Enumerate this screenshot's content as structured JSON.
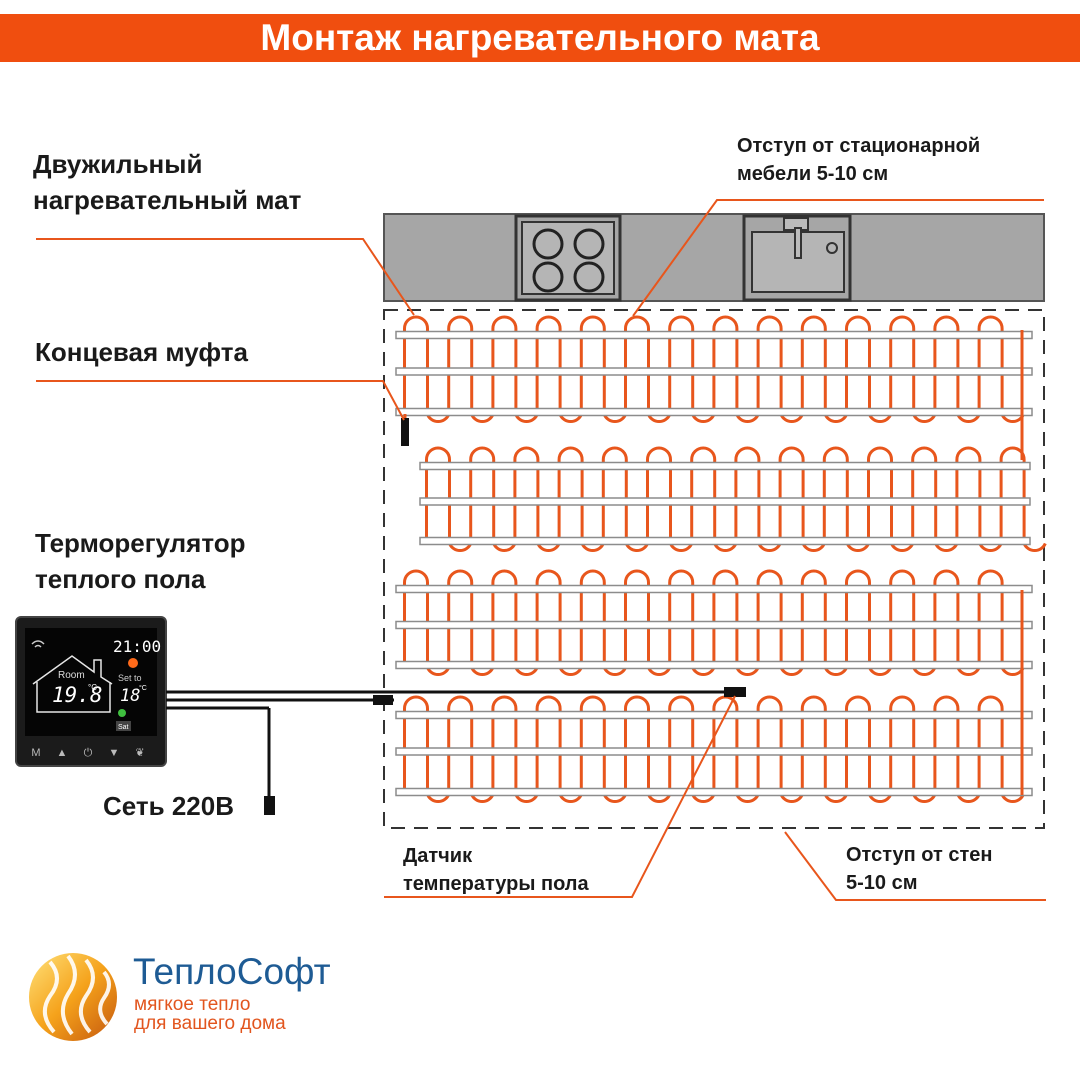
{
  "title": "Монтаж нагревательного мата",
  "labels": {
    "mat_line1": "Двужильный",
    "mat_line2": "нагревательный мат",
    "end_coupling": "Концевая муфта",
    "thermostat_line1": "Терморегулятор",
    "thermostat_line2": "теплого пола",
    "mains": "Сеть 220В",
    "sensor_line1": "Датчик",
    "sensor_line2": "температуры пола",
    "furniture_line1": "Отступ от стационарной",
    "furniture_line2": "мебели 5-10 см",
    "walls_line1": "Отступ от стен",
    "walls_line2": "5-10 см"
  },
  "thermostat": {
    "time": "21:00",
    "room_label": "Room",
    "room_temp": "19.8",
    "set_label": "Set to",
    "set_temp": "18",
    "unit": "°C",
    "mode_badge": "Sat",
    "buttons": [
      "M",
      "▲",
      "⏻",
      "▼",
      "❦"
    ]
  },
  "brand": {
    "name": "ТеплоСофт",
    "tagline_line1": "мягкое тепло",
    "tagline_line2": "для вашего дома"
  },
  "colors": {
    "header": "#f04e0f",
    "cable": "#e8561c",
    "counter": "#a6a6a6",
    "brand_blue": "#1e5b94",
    "brand_orange": "#e2551e"
  }
}
